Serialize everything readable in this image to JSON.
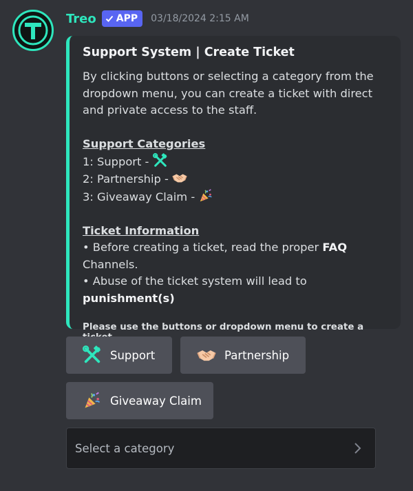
{
  "author": {
    "name": "Treo",
    "badge": "APP",
    "timestamp": "03/18/2024 2:15 AM",
    "avatar_color": "#2ee6bd"
  },
  "embed": {
    "accent_color": "#2ee6bd",
    "title": "Support System | Create Ticket",
    "intro": "By clicking buttons or selecting a category from the dropdown menu, you can create a ticket with direct and private access to the staff.",
    "categories_heading": "Support Categories",
    "categories": [
      {
        "prefix": "1: Support - ",
        "icon": "hammer-wrench-icon"
      },
      {
        "prefix": "2: Partnership - ",
        "icon": "handshake-icon"
      },
      {
        "prefix": "3: Giveaway Claim - ",
        "icon": "party-popper-icon"
      }
    ],
    "info_heading": "Ticket Information",
    "info_1_pre": "• Before creating a ticket, read the proper ",
    "info_1_bold": "FAQ",
    "info_1_post": " Channels.",
    "info_2_pre": "• Abuse of the ticket system will lead to ",
    "info_2_bold": "punishment(s)",
    "footer": "Please use the buttons or dropdown menu to create a ticket."
  },
  "buttons": [
    {
      "label": "Support",
      "icon": "hammer-wrench-icon"
    },
    {
      "label": "Partnership",
      "icon": "handshake-icon"
    },
    {
      "label": "Giveaway Claim",
      "icon": "party-popper-icon"
    }
  ],
  "select": {
    "placeholder": "Select a category"
  }
}
